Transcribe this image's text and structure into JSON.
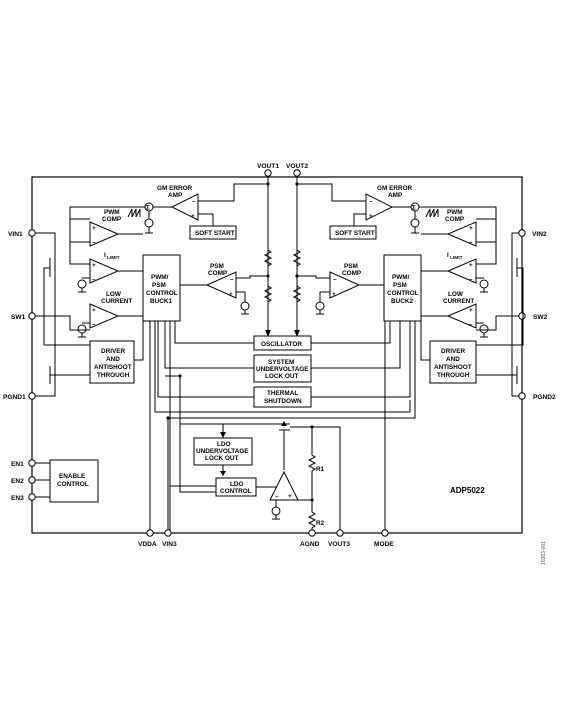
{
  "chip_name": "ADP5022",
  "figure_id": "10363-001",
  "pins": {
    "vin1": "VIN1",
    "sw1": "SW1",
    "pgnd1": "PGND1",
    "vin2": "VIN2",
    "sw2": "SW2",
    "pgnd2": "PGND2",
    "en1": "EN1",
    "en2": "EN2",
    "en3": "EN3",
    "vout1": "VOUT1",
    "vout2": "VOUT2",
    "vdda": "VDDA",
    "vin3": "VIN3",
    "agnd": "AGND",
    "vout3": "VOUT3",
    "mode": "MODE"
  },
  "blocks": {
    "gm_error_amp_1": [
      "GM ERROR",
      "AMP"
    ],
    "gm_error_amp_2": [
      "GM ERROR",
      "AMP"
    ],
    "soft_start_1": "SOFT START",
    "soft_start_2": "SOFT START",
    "pwm_comp_1": [
      "PWM",
      "COMP"
    ],
    "pwm_comp_2": [
      "PWM",
      "COMP"
    ],
    "ilimit_1": [
      "I",
      "LIMIT"
    ],
    "ilimit_2": [
      "I",
      "LIMIT"
    ],
    "low_current_1": [
      "LOW",
      "CURRENT"
    ],
    "low_current_2": [
      "LOW",
      "CURRENT"
    ],
    "psm_comp_1": [
      "PSM",
      "COMP"
    ],
    "psm_comp_2": [
      "PSM",
      "COMP"
    ],
    "control_1": [
      "PWM/",
      "PSM",
      "CONTROL",
      "BUCK1"
    ],
    "control_2": [
      "PWM/",
      "PSM",
      "CONTROL",
      "BUCK2"
    ],
    "driver_1": [
      "DRIVER",
      "AND",
      "ANTISHOOT",
      "THROUGH"
    ],
    "driver_2": [
      "DRIVER",
      "AND",
      "ANTISHOOT",
      "THROUGH"
    ],
    "oscillator": "OSCILLATOR",
    "uvlo": [
      "SYSTEM",
      "UNDERVOLTAGE",
      "LOCK OUT"
    ],
    "thermal": [
      "THERMAL",
      "SHUTDOWN"
    ],
    "ldo_uvlo": [
      "LDO",
      "UNDERVOLTAGE",
      "LOCK OUT"
    ],
    "ldo_control": [
      "LDO",
      "CONTROL"
    ],
    "enable_control": [
      "ENABLE",
      "CONTROL"
    ],
    "r1": "R1",
    "r2": "R2"
  }
}
